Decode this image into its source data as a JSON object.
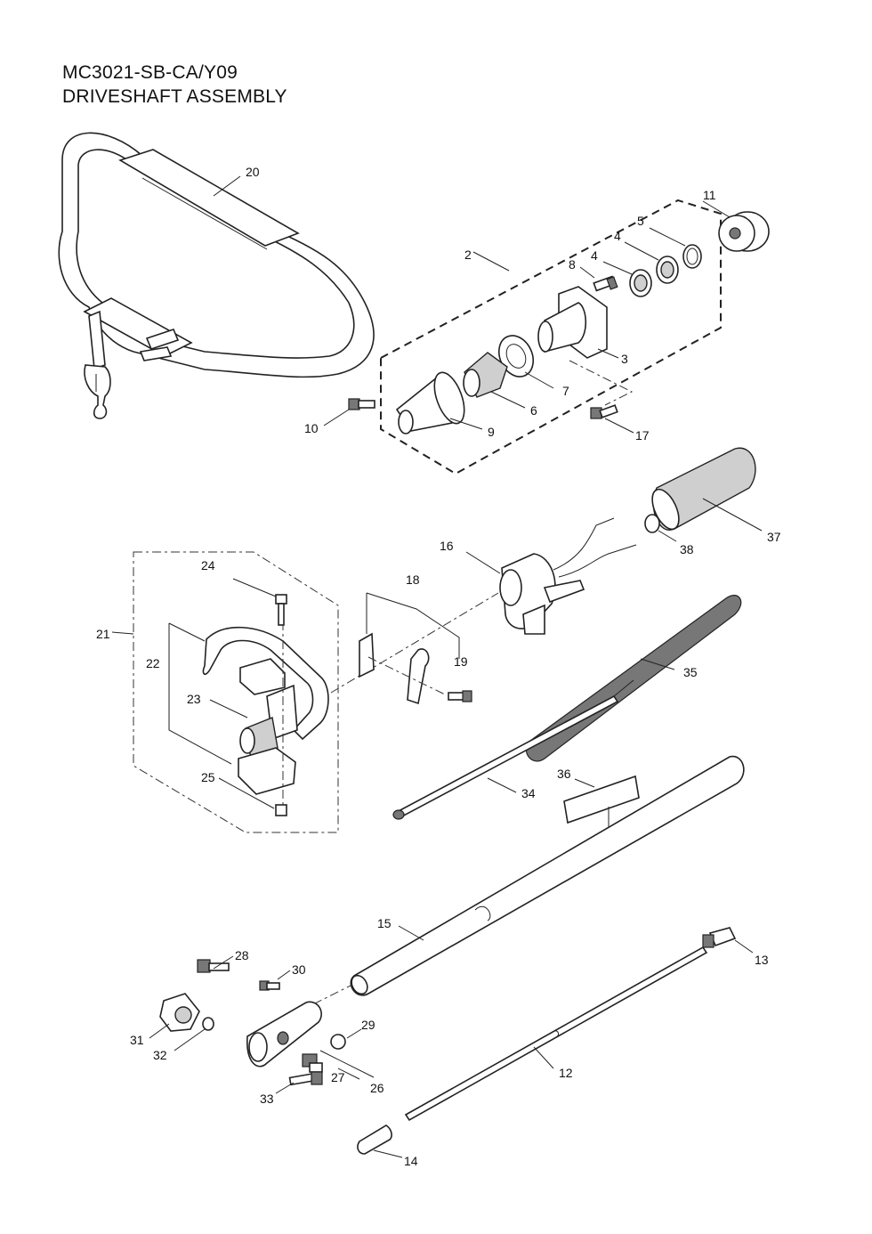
{
  "header": {
    "model": "MC3021-SB-CA/Y09",
    "title": "DRIVESHAFT ASSEMBLY"
  },
  "callouts": {
    "c2": "2",
    "c3": "3",
    "c4a": "4",
    "c4b": "4",
    "c5": "5",
    "c6": "6",
    "c7": "7",
    "c8": "8",
    "c9": "9",
    "c10": "10",
    "c11": "11",
    "c12": "12",
    "c13": "13",
    "c14": "14",
    "c15": "15",
    "c16": "16",
    "c17": "17",
    "c18": "18",
    "c19": "19",
    "c20": "20",
    "c21": "21",
    "c22": "22",
    "c23": "23",
    "c24": "24",
    "c25": "25",
    "c26": "26",
    "c27": "27",
    "c28": "28",
    "c29": "29",
    "c30": "30",
    "c31": "31",
    "c32": "32",
    "c33": "33",
    "c34": "34",
    "c35": "35",
    "c36": "36",
    "c37": "37",
    "c38": "38"
  }
}
